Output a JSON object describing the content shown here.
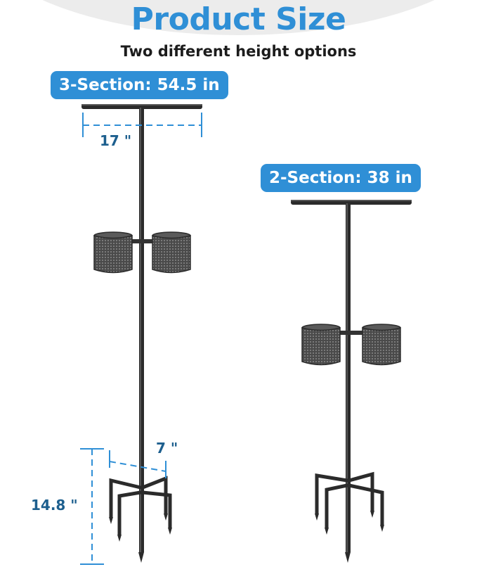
{
  "header": {
    "title": "Product Size",
    "subtitle": "Two different height options"
  },
  "options": {
    "three_section": {
      "label": "3-Section: 54.5 in"
    },
    "two_section": {
      "label": "2-Section: 38 in"
    }
  },
  "dimensions": {
    "arm_width": "17 \"",
    "base_width": "7 \"",
    "base_height": "14.8 \""
  },
  "colors": {
    "accent": "#2f8fd6",
    "dimension_text": "#1d5f8e",
    "pole": "#2b2b2b"
  }
}
